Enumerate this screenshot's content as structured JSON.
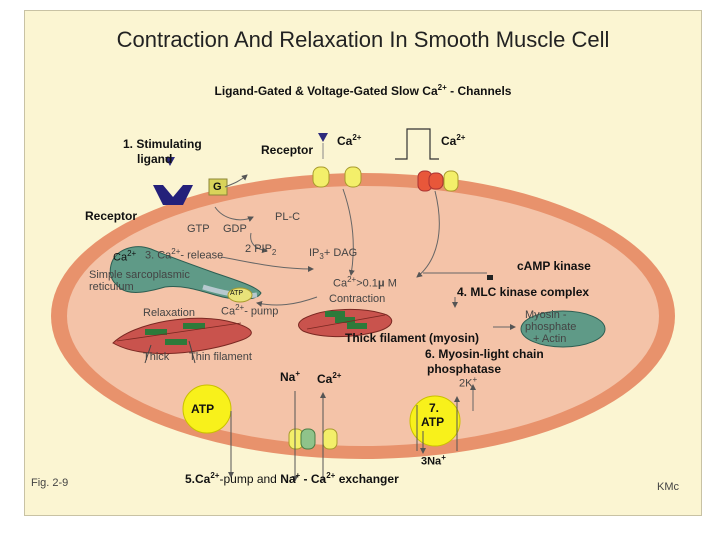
{
  "title": "Contraction And Relaxation In Smooth Muscle Cell",
  "subtitle": {
    "text": "Ligand-Gated & Voltage-Gated Slow Ca",
    "sup": "2+",
    "tail": " - Channels"
  },
  "labels": {
    "stim1": "1. Stimulating",
    "stim2": "ligand",
    "receptor_left": "Receptor",
    "receptor_top": "Receptor",
    "ca_top1": "Ca",
    "ca_top2": "Ca",
    "ca_sup": "2+",
    "g": "G",
    "gtp": "GTP",
    "gdp": "GDP",
    "plc": "PL-C",
    "step3": "3. Ca",
    "step3_tail": "- release",
    "pip2_num": "2",
    "pip2": "PIP",
    "ip3": "IP",
    "ip3_tail": "+ DAG",
    "camp": "cAMP kinase",
    "sr_ca": "Ca",
    "sr1": "Simple sarcoplasmic",
    "sr2": "reticulum",
    "atp_small": "ATP",
    "ca_level": "Ca",
    "ca_level_tail": ">0.1",
    "mu": "μ",
    "ca_level_unit": " M",
    "mlck": "4. MLC kinase complex",
    "relax": "Relaxation",
    "pump": "Ca",
    "pump_tail": "- pump",
    "contraction": "Contraction",
    "myosin1": "Myosin -",
    "myosin2": "phosphate",
    "myosin3": "+ Actin",
    "thick": "Thick",
    "thin": "Thin filament",
    "thick_fil": "Thick filament (myosin)",
    "step6a": "6. Myosin-light chain",
    "step6b": "phosphatase",
    "k2": "2K",
    "na": "Na",
    "ca_ex": "Ca",
    "atp_left": "ATP",
    "step7": "7.",
    "atp_right": "ATP",
    "na3": "3Na",
    "step5": "5.Ca",
    "step5_mid": "-pump and",
    "step5_na": "Na",
    "step5_ca": " - Ca",
    "step5_tail": "exchanger",
    "fig": "Fig. 2-9",
    "author": "KMc"
  }
}
